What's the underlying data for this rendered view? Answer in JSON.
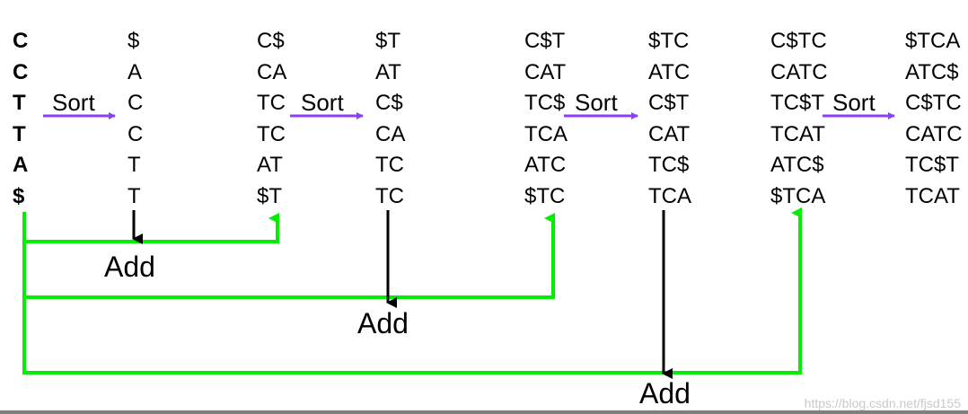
{
  "columns": [
    [
      "C",
      "C",
      "T",
      "T",
      "A",
      "$"
    ],
    [
      "$",
      "A",
      "C",
      "C",
      "T",
      "T"
    ],
    [
      "C$",
      "CA",
      "TC",
      "TC",
      "AT",
      "$T"
    ],
    [
      "$T",
      "AT",
      "C$",
      "CA",
      "TC",
      "TC"
    ],
    [
      "C$T",
      "CAT",
      "TC$",
      "TCA",
      "ATC",
      "$TC"
    ],
    [
      "$TC",
      "ATC",
      "C$T",
      "CAT",
      "TC$",
      "TCA"
    ],
    [
      "C$TC",
      "CATC",
      "TC$T",
      "TCAT",
      "ATC$",
      "$TCA"
    ],
    [
      "$TCA",
      "ATC$",
      "C$TC",
      "CATC",
      "TC$T",
      "TCAT"
    ]
  ],
  "sort_label": "Sort",
  "add_labels": [
    "Add",
    "Add",
    "Add"
  ],
  "watermark": "https://blog.csdn.net/fjsd155",
  "colors": {
    "text": "#000000",
    "sort_arrow": "#8a3ffc",
    "add_connector": "#00ee00",
    "down_arrow": "#000000"
  }
}
